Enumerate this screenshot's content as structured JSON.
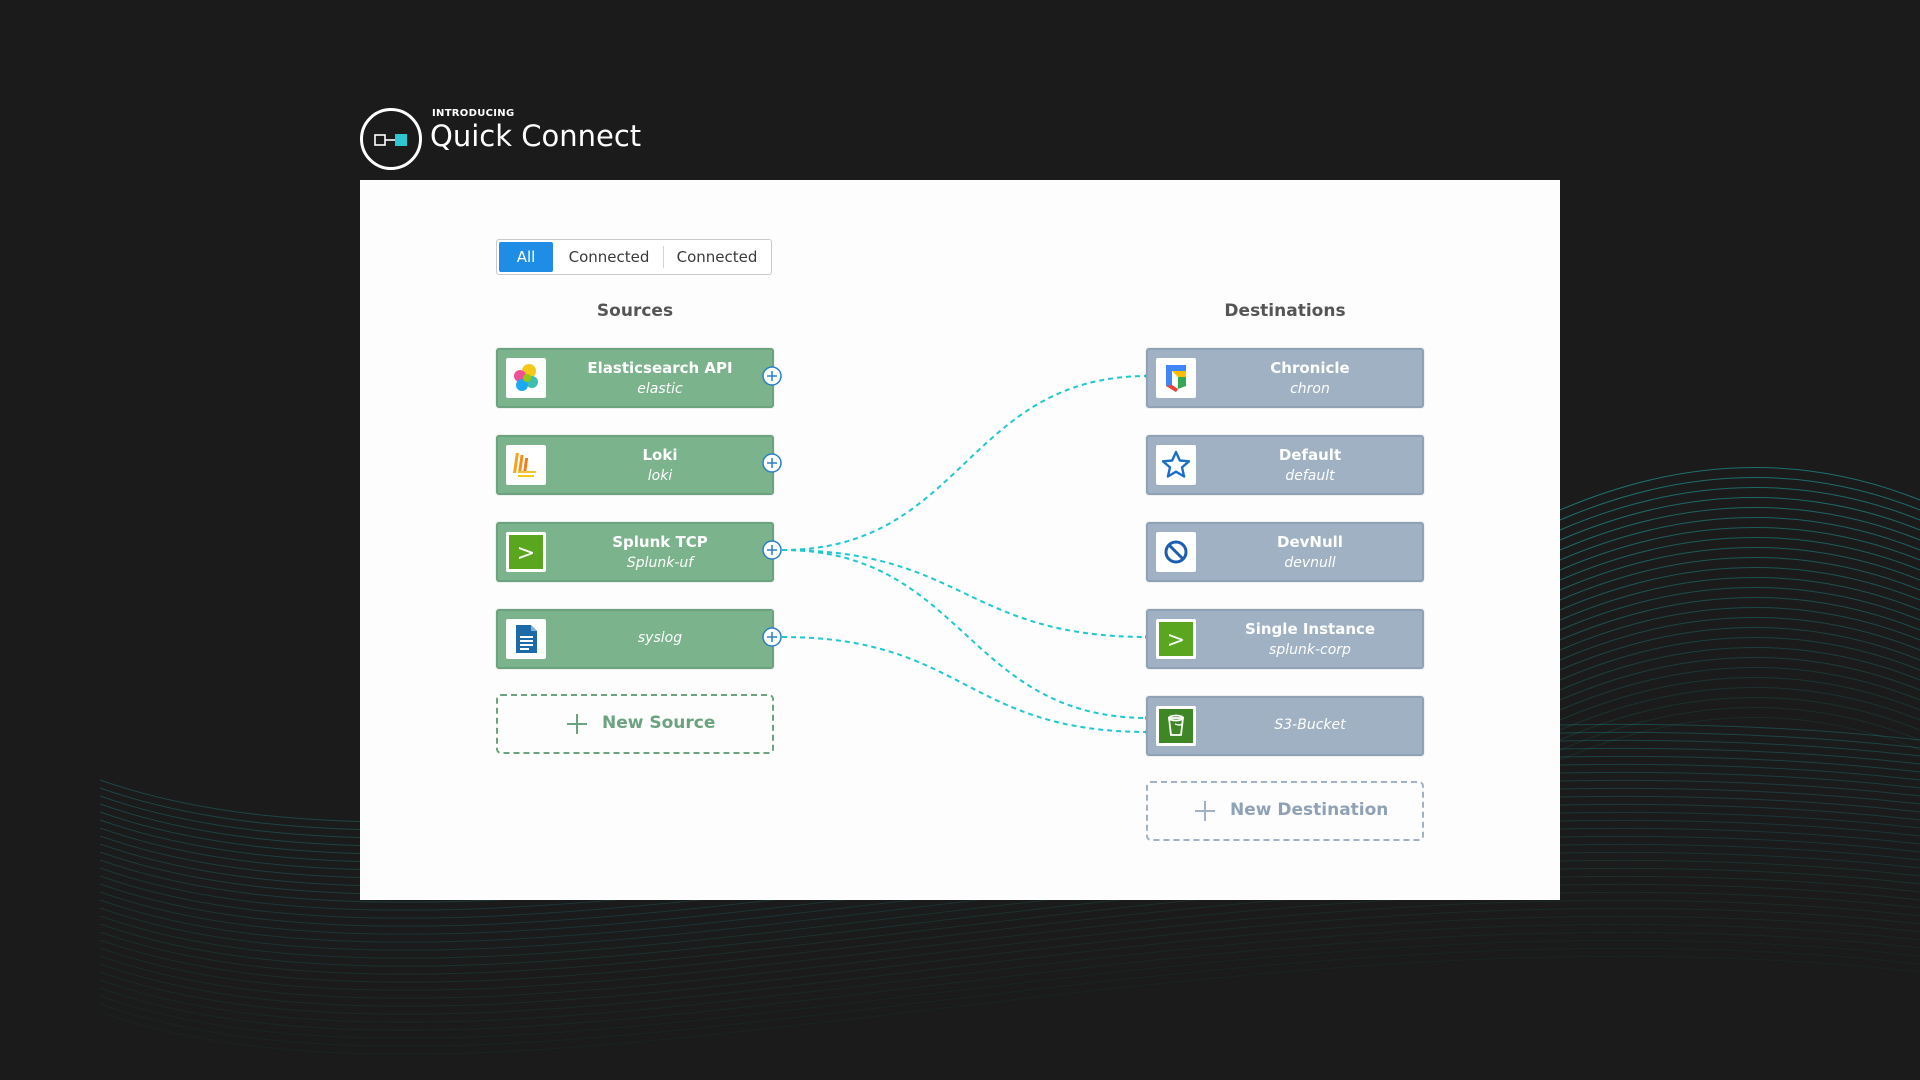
{
  "header": {
    "intro_label": "INTRODUCING",
    "product_title": "Quick Connect"
  },
  "filter_tabs": [
    {
      "label": "All",
      "active": true
    },
    {
      "label": "Connected",
      "active": false
    },
    {
      "label": "Connected",
      "active": false
    }
  ],
  "sources": {
    "title": "Sources",
    "items": [
      {
        "name": "Elasticsearch API",
        "id": "elastic",
        "icon": "elasticsearch-icon"
      },
      {
        "name": "Loki",
        "id": "loki",
        "icon": "loki-icon"
      },
      {
        "name": "Splunk TCP",
        "id": "Splunk-uf",
        "icon": "splunk-icon"
      },
      {
        "name": "",
        "id": "syslog",
        "icon": "syslog-icon"
      }
    ],
    "new_label": "New Source"
  },
  "destinations": {
    "title": "Destinations",
    "items": [
      {
        "name": "Chronicle",
        "id": "chron",
        "icon": "chronicle-icon"
      },
      {
        "name": "Default",
        "id": "default",
        "icon": "star-icon"
      },
      {
        "name": "DevNull",
        "id": "devnull",
        "icon": "no-entry-icon"
      },
      {
        "name": "Single Instance",
        "id": "splunk-corp",
        "icon": "splunk-icon"
      },
      {
        "name": "",
        "id": "S3-Bucket",
        "icon": "s3-bucket-icon"
      }
    ],
    "new_label": "New Destination"
  },
  "connections": [
    {
      "from": "Splunk-uf",
      "to": "chron"
    },
    {
      "from": "Splunk-uf",
      "to": "splunk-corp"
    },
    {
      "from": "Splunk-uf",
      "to": "S3-Bucket"
    },
    {
      "from": "syslog",
      "to": "S3-Bucket"
    }
  ],
  "colors": {
    "page_background": "#1b1b1b",
    "panel_background": "#fdfdfd",
    "source_card": "#7bb38d",
    "destination_card": "#9fb1c2",
    "active_tab": "#1f8ce6",
    "connection_line": "#1ec8cf"
  }
}
